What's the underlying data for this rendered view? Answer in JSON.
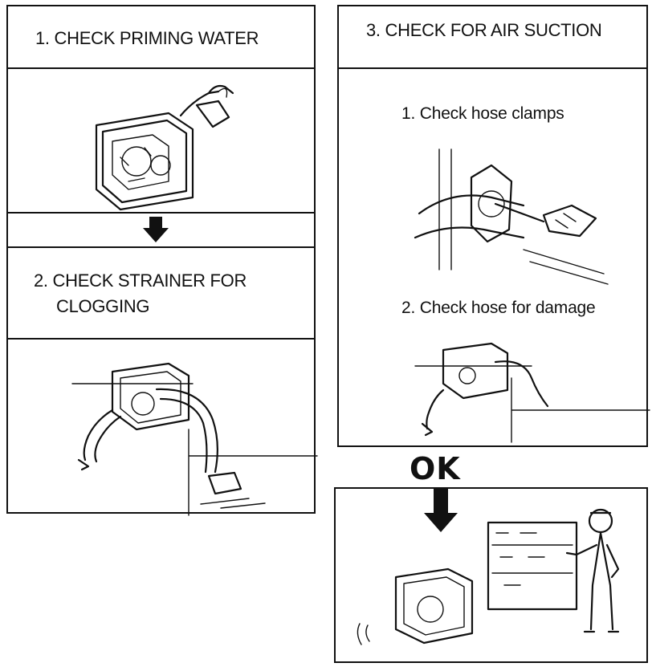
{
  "steps": {
    "step1_title": "1. CHECK PRIMING WATER",
    "step2_title_line1": "2. CHECK STRAINER FOR",
    "step2_title_line2": "CLOGGING",
    "step3_title": "3. CHECK FOR AIR SUCTION",
    "step3_sub1": "1. Check hose clamps",
    "step3_sub2": "2. Check hose for damage"
  },
  "result": {
    "ok_label": "OK"
  },
  "icons": {
    "flow_arrow": "down-arrow-icon",
    "pump": "water-pump-icon",
    "mechanic": "mechanic-figure-icon"
  }
}
